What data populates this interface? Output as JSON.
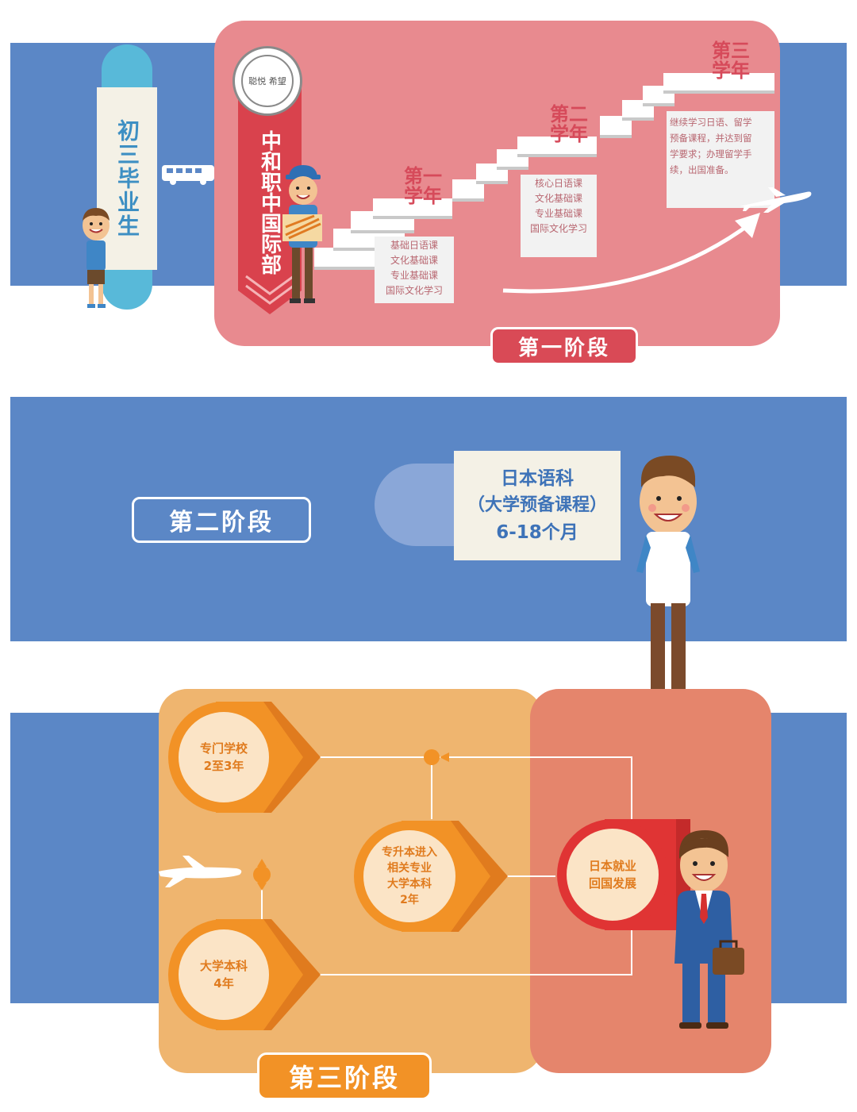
{
  "stage1": {
    "badge": "第一阶段",
    "graduate_label": "初三毕业生",
    "school_label": "中和职中国际部",
    "logo_text": "聪悦 希望",
    "year1": {
      "title_line1": "第一",
      "title_line2": "学年",
      "courses": [
        "基础日语课",
        "文化基础课",
        "专业基础课",
        "国际文化学习"
      ]
    },
    "year2": {
      "title_line1": "第二",
      "title_line2": "学年",
      "courses": [
        "核心日语课",
        "文化基础课",
        "专业基础课",
        "国际文化学习"
      ]
    },
    "year3": {
      "title_line1": "第三",
      "title_line2": "学年",
      "desc_lines": [
        "继续学习日语、留学",
        "预备课程，并达到留",
        "学要求；办理留学手",
        "续，出国准备。"
      ]
    }
  },
  "stage2": {
    "badge": "第二阶段",
    "course_line1": "日本语科",
    "course_line2": "（大学预备课程）",
    "course_line3": "6-18个月"
  },
  "stage3": {
    "badge": "第三阶段",
    "vocational_line1": "专门学校",
    "vocational_line2": "2至3年",
    "university_line1": "大学本科",
    "university_line2": "4年",
    "transfer_lines": [
      "专升本进入",
      "相关专业",
      "大学本科",
      "2年"
    ],
    "outcome_line1": "日本就业",
    "outcome_line2": "回国发展"
  },
  "colors": {
    "band": "#5b87c6",
    "stage1_panel": "#e88a8f",
    "stage3_left": "#efb56f",
    "stage3_right": "#e5856c",
    "orange": "#f29226",
    "red": "#e03434"
  }
}
